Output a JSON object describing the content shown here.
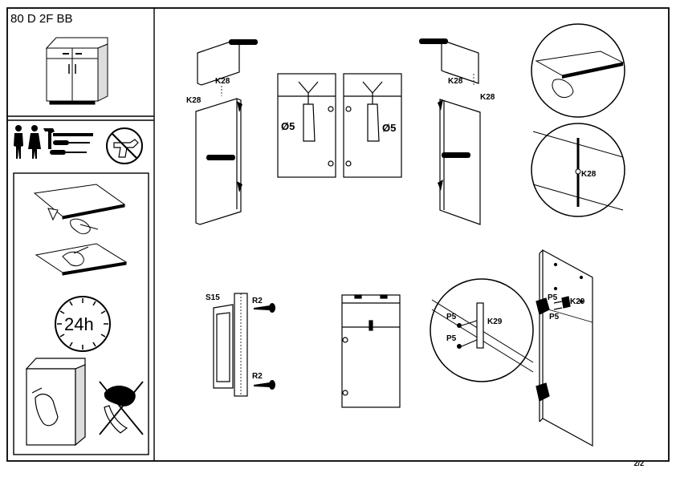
{
  "header": {
    "model_code": "80 D 2F BB"
  },
  "page": {
    "number": "2/2"
  },
  "icons": [
    "two-person-icon",
    "hammer-icon",
    "screwdriver-icon",
    "no-power-drill-icon",
    "clock-24h-icon",
    "no-wet-cloth-icon"
  ],
  "clock": {
    "text": "24h"
  },
  "parts": {
    "k28": "K28",
    "k29": "K29",
    "s15": "S15",
    "r2": "R2",
    "p5": "P5",
    "drill_size": "Ø5"
  }
}
